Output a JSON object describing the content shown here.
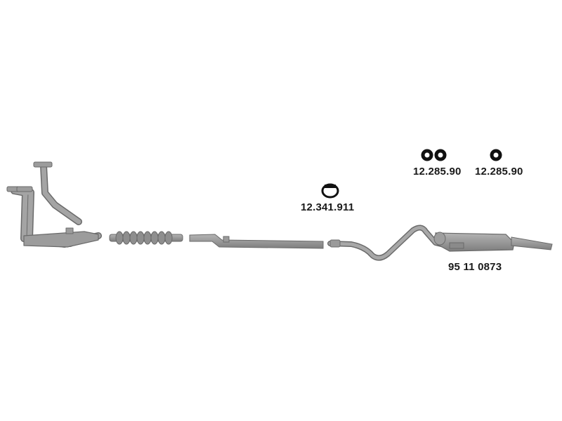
{
  "colors": {
    "part_fill": "#9a9a9a",
    "part_stroke": "#6a6a6a",
    "ring_fill": "#111111",
    "label_text": "#1a1a1a"
  },
  "labels": {
    "clamp": "12.341.911",
    "rubber_mount_pair": "12.285.90",
    "rubber_mount_single": "12.285.90",
    "rear_silencer": "95 11 0873"
  },
  "icons": {
    "clamp": "pipe-clamp-icon",
    "rubber_mount_pair": "rubber-ring-icon",
    "rubber_mount_single": "rubber-ring-icon"
  }
}
